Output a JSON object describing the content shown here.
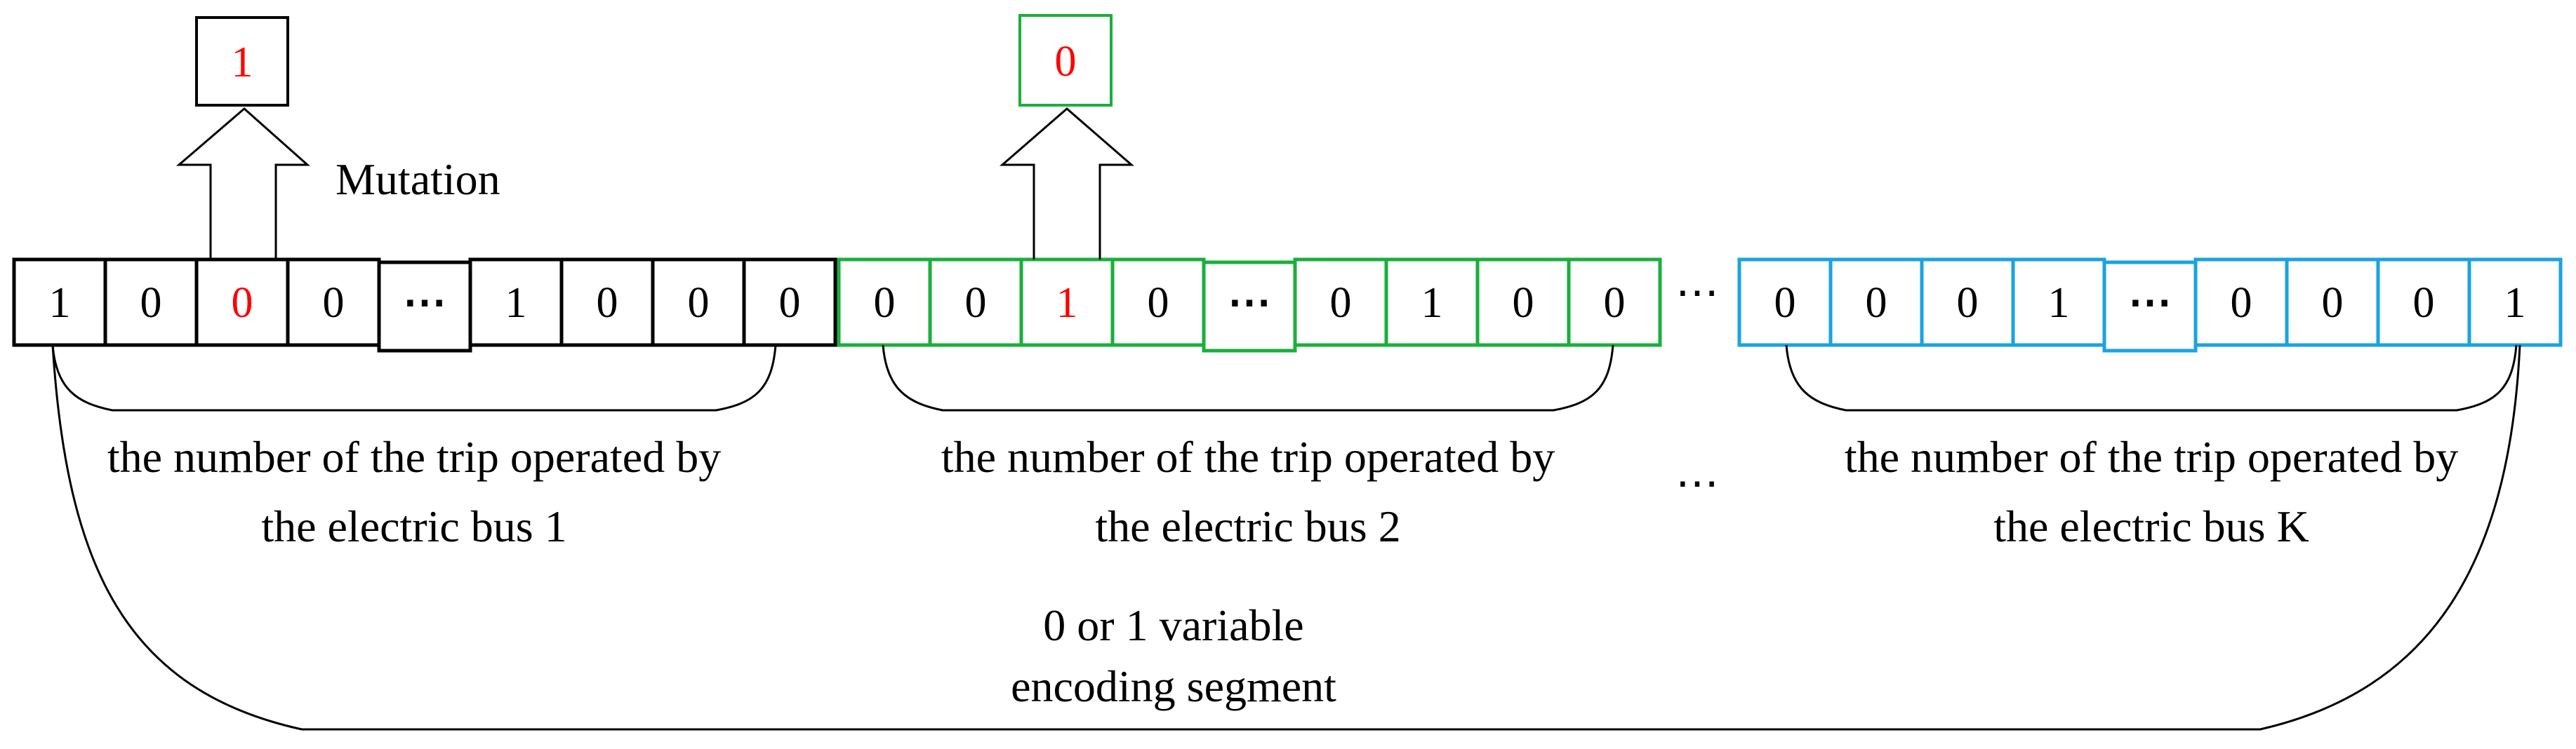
{
  "colors": {
    "segment1": "#000000",
    "segment2": "#1aaf3c",
    "segmentK": "#1aa3e0",
    "mutated": "#ff0000",
    "text": "#000000"
  },
  "mutation": {
    "label": "Mutation",
    "arrow1_value": "1",
    "arrow2_value": "0"
  },
  "segments": [
    {
      "key": "bus1",
      "cells": [
        "1",
        "0",
        "0",
        "0",
        "⋯",
        "1",
        "0",
        "0",
        "0"
      ],
      "mutated_index": 2,
      "label_line1": "the number of the trip operated by",
      "label_line2": "the electric bus 1"
    },
    {
      "key": "bus2",
      "cells": [
        "0",
        "0",
        "1",
        "0",
        "⋯",
        "0",
        "1",
        "0",
        "0"
      ],
      "mutated_index": 2,
      "label_line1": "the number of the trip operated by",
      "label_line2": "the electric bus 2"
    },
    {
      "key": "busK",
      "cells": [
        "0",
        "0",
        "0",
        "1",
        "⋯",
        "0",
        "0",
        "0",
        "1"
      ],
      "mutated_index": null,
      "label_line1": "the number of the trip operated by",
      "label_line2": "the electric bus K"
    }
  ],
  "gap_ellipsis": "⋯",
  "label_ellipsis": "⋯",
  "encoding": {
    "line1": "0 or 1 variable",
    "line2": "encoding segment"
  }
}
